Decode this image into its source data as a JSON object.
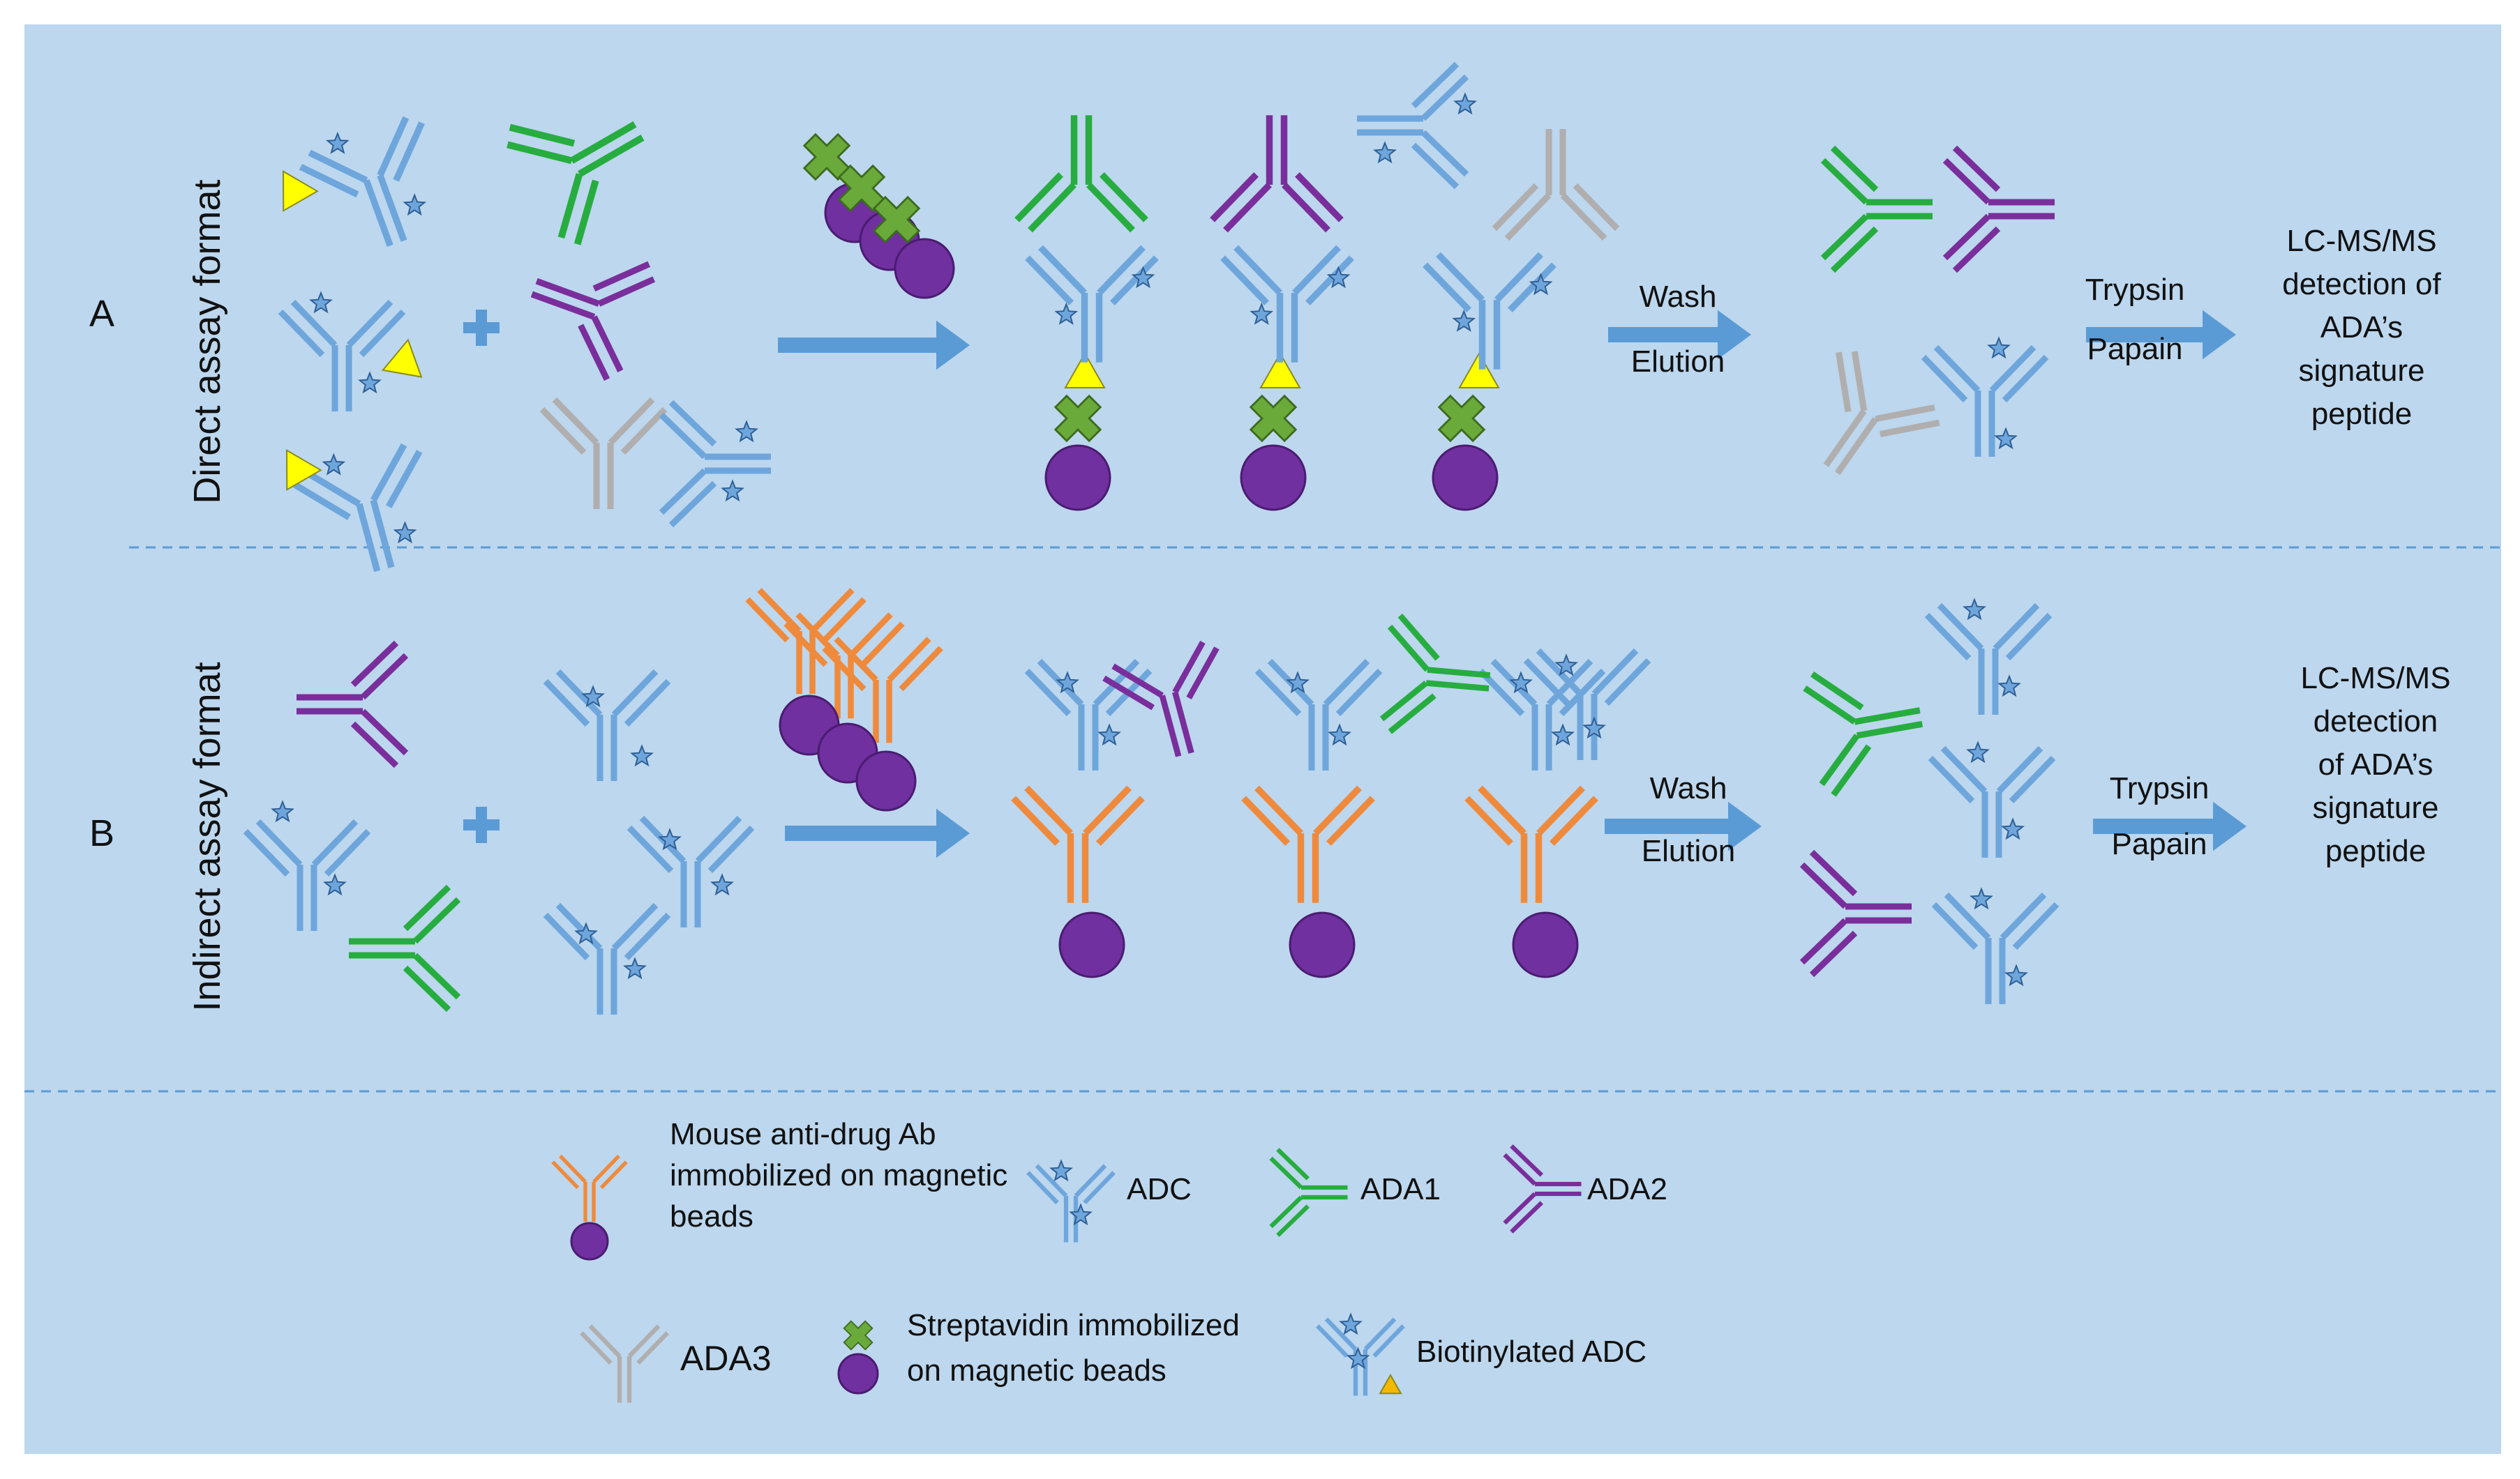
{
  "colors": {
    "background": "#bcd7ee",
    "adc": "#6ea6dc",
    "ada1": "#27ad3f",
    "ada2": "#7a2e9b",
    "ada3": "#b0aeae",
    "mouse_ab": "#ef8a3c",
    "bead": "#7030a0",
    "streptavidin": "#6aaa3a",
    "biotin": "#ffff00",
    "arrow": "#5b9bd5",
    "separator": "#5b9bd5"
  },
  "icons": [
    "antibody-icon",
    "star-icon",
    "triangle-icon",
    "plus-icon",
    "bead-icon",
    "streptavidin-icon",
    "arrow-icon"
  ],
  "sections": {
    "a": {
      "letter": "A",
      "title": "Direct assay format",
      "step1": [
        "Wash",
        "Elution"
      ],
      "step2": [
        "Trypsin",
        "Papain"
      ],
      "detection": [
        "LC-MS/MS",
        "detection of",
        "ADA’s",
        "signature",
        "peptide"
      ]
    },
    "b": {
      "letter": "B",
      "title": "Indirect assay format",
      "step1": [
        "Wash",
        "Elution"
      ],
      "step2": [
        "Trypsin",
        "Papain"
      ],
      "detection": [
        "LC-MS/MS",
        "detection",
        "of ADA’s",
        "signature",
        "peptide"
      ]
    }
  },
  "legend": {
    "mouse_ab": [
      "Mouse anti-drug Ab",
      "immobilized on magnetic",
      "beads"
    ],
    "adc": "ADC",
    "ada1": "ADA1",
    "ada2": "ADA2",
    "ada3": "ADA3",
    "streptavidin": [
      "Streptavidin  immobilized",
      "on magnetic beads"
    ],
    "biotinylated_adc": "Biotinylated ADC"
  }
}
